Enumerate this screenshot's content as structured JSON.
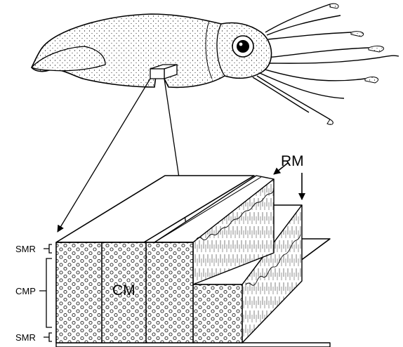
{
  "labels": {
    "rm": "RM",
    "cm": "CM",
    "smr_top": "SMR",
    "cmp": "CMP",
    "smr_bottom": "SMR"
  },
  "colors": {
    "ink": "#000000",
    "background": "#ffffff"
  }
}
